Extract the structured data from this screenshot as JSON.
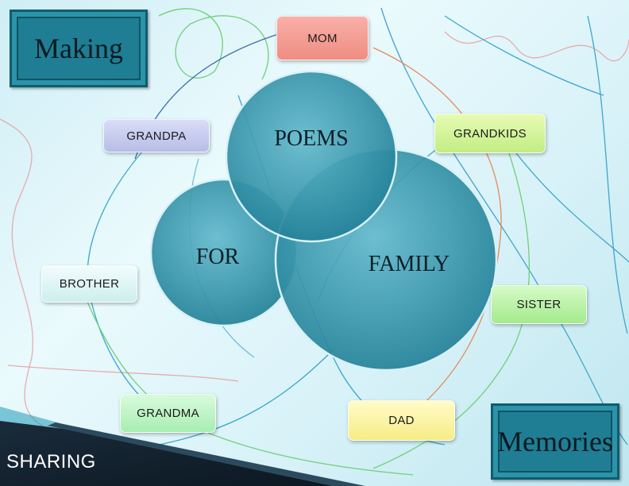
{
  "slide": {
    "title_left": "Making",
    "title_right": "Memories",
    "footer": "SHARING"
  },
  "venn": {
    "circles": [
      {
        "label": "POEMS"
      },
      {
        "label": "FOR"
      },
      {
        "label": "FAMILY"
      }
    ]
  },
  "nodes": [
    {
      "label": "MOM"
    },
    {
      "label": "GRANDPA"
    },
    {
      "label": "GRANDKIDS"
    },
    {
      "label": "BROTHER"
    },
    {
      "label": "SISTER"
    },
    {
      "label": "GRANDMA"
    },
    {
      "label": "DAD"
    }
  ],
  "colors": {
    "circle_fill": "#2a8ea5",
    "title_box": "#1f7e93",
    "footer_band": "#1a2a3a"
  }
}
